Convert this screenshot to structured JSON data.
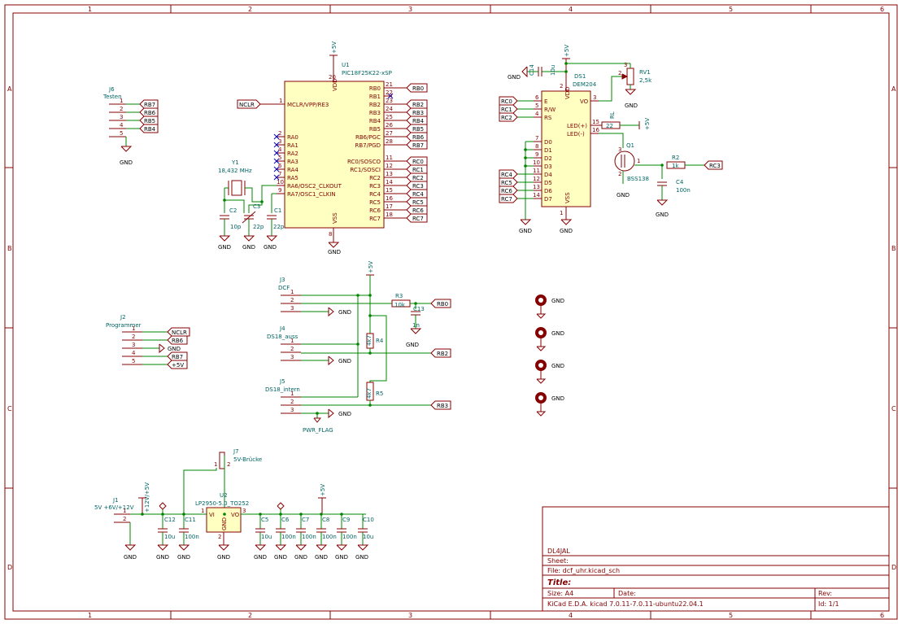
{
  "border": {
    "top_numbers": [
      "1",
      "2",
      "3",
      "4",
      "5",
      "6"
    ],
    "bottom_numbers": [
      "1",
      "2",
      "3",
      "4",
      "5",
      "6"
    ],
    "left_letters": [
      "A",
      "B",
      "C",
      "D"
    ],
    "right_letters": [
      "A",
      "B",
      "C",
      "D"
    ]
  },
  "title_block": {
    "company": "DL4JAL",
    "sheet_label": "Sheet:",
    "file_label": "File: dcf_uhr.kicad_sch",
    "title_label": "Title:",
    "size_label": "Size: A4",
    "date_label": "Date:",
    "rev_label": "Rev:",
    "tool_label": "KiCad E.D.A.  kicad 7.0.11-7.0.11-ubuntu22.04.1",
    "id_label": "Id: 1/1"
  },
  "u1": {
    "ref": "U1",
    "value": "PIC18F25K22-xSP",
    "vdd_label": "VDD",
    "vss_label": "VSS",
    "mclr_pin": "MCLR/VPP/RE3",
    "left_pins": [
      "RA0",
      "RA1",
      "RA2",
      "RA3",
      "RA4",
      "RA5",
      "RA6/OSC2_CLKOUT",
      "RA7/OSC1_CLKIN"
    ],
    "left_nums": [
      "2",
      "3",
      "4",
      "5",
      "6",
      "7",
      "10",
      "9"
    ],
    "right_pins": [
      "RB0",
      "RB1",
      "RB2",
      "RB3",
      "RB4",
      "RB5",
      "RB6/PGC",
      "RB7/PGD",
      "RC0/SOSCO",
      "RC1/SOSCI",
      "RC2",
      "RC3",
      "RC4",
      "RC5",
      "RC6",
      "RC7"
    ],
    "right_nums": [
      "21",
      "22",
      "23",
      "24",
      "25",
      "26",
      "27",
      "28",
      "11",
      "12",
      "13",
      "14",
      "15",
      "16",
      "17",
      "18"
    ],
    "right_labels": [
      "RB0",
      "",
      "RB2",
      "RB3",
      "RB4",
      "RB5",
      "RB6",
      "RB7",
      "RC0",
      "RC1",
      "RC2",
      "RC3",
      "RC4",
      "RC5",
      "RC6",
      "RC7"
    ],
    "vdd_num": "20",
    "vss_num": "8",
    "mclr_num": "1",
    "mclr_label": "NCLR",
    "supply": "+5V",
    "gnd": "GND"
  },
  "crystal": {
    "y1_ref": "Y1",
    "y1_value": "18,432 MHz",
    "c2_ref": "C2",
    "c2_value": "10p",
    "c3_ref": "C3",
    "c3_value": "22p",
    "c1_ref": "C1",
    "c1_value": "22p",
    "gnd": "GND"
  },
  "j6": {
    "ref": "J6",
    "value": "Testen",
    "pins": [
      "1",
      "2",
      "3",
      "4",
      "5"
    ],
    "labels": [
      "RB7",
      "RB6",
      "RB5",
      "RB4"
    ],
    "gnd": "GND"
  },
  "j2": {
    "ref": "J2",
    "value": "Programmer",
    "pins": [
      "1",
      "2",
      "3",
      "4",
      "5"
    ],
    "labels": [
      "NCLR",
      "RB6",
      "GND",
      "RB7",
      "+5V"
    ]
  },
  "lcd": {
    "ref": "DS1",
    "value": "DEM204",
    "vdd_label": "VDD",
    "vss_label": "VSS",
    "left_pins": [
      "E",
      "R/W",
      "RS",
      "D0",
      "D1",
      "D2",
      "D3",
      "D4",
      "D5",
      "D6",
      "D7"
    ],
    "left_nums": [
      "6",
      "5",
      "4",
      "7",
      "8",
      "9",
      "10",
      "11",
      "12",
      "13",
      "14"
    ],
    "right_pins": [
      "VO",
      "LED(+)",
      "LED(-)"
    ],
    "right_nums": [
      "3",
      "15",
      "16"
    ],
    "ctrl_labels": [
      "RC0",
      "RC1",
      "RC2"
    ],
    "data_labels": [
      "RC4",
      "RC5",
      "RC6",
      "RC7"
    ],
    "vdd_num": "2",
    "vss_num": "1",
    "c14_ref": "C14",
    "c14_value": "10u",
    "rv1_ref": "RV1",
    "rv1_value": "2,5k",
    "rv1_pins": [
      "1",
      "2",
      "3"
    ],
    "rl_ref": "RL",
    "rl_value": "22",
    "q1_ref": "Q1",
    "q1_value": "BSS138",
    "q1_pins": [
      "1",
      "2",
      "3"
    ],
    "r2_ref": "R2",
    "r2_value": "1k",
    "c4_ref": "C4",
    "c4_value": "100n",
    "q1_label": "RC3",
    "supply": "+5V",
    "gnd": "GND"
  },
  "dcf": {
    "j3_ref": "J3",
    "j3_value": "DCF",
    "j4_ref": "J4",
    "j4_value": "DS18_auss",
    "j5_ref": "J5",
    "j5_value": "DS18_intern",
    "pins": [
      "1",
      "2",
      "3"
    ],
    "r3_ref": "R3",
    "r3_value": "10k",
    "c13_ref": "C13",
    "c13_value": "1n",
    "r4_ref": "R4",
    "r4_value": "4k7",
    "r5_ref": "R5",
    "r5_value": "4k7",
    "labels": [
      "RB0",
      "RB2",
      "RB3"
    ],
    "pwr_flag": "PWR_FLAG",
    "supply": "+5V",
    "gnd": "GND"
  },
  "mount_holes": [
    "GND",
    "GND",
    "GND",
    "GND"
  ],
  "power": {
    "j1_ref": "J1",
    "j1_value": "5V +6V/+12V",
    "j1_pins": [
      "1",
      "2"
    ],
    "j7_ref": "J7",
    "j7_value": "5V-Brücke",
    "j7_pins": [
      "1",
      "2"
    ],
    "u2_ref": "U2",
    "u2_value": "LP2950-5.0_TO252",
    "u2_vi": "VI",
    "u2_vo": "VO",
    "u2_gnd": "GND",
    "u2_pins": [
      "1",
      "3",
      "2"
    ],
    "in_supply": "+12V/+5V",
    "out_supply": "+5V",
    "caps": [
      {
        "ref": "C12",
        "value": "10u"
      },
      {
        "ref": "C11",
        "value": "100n"
      },
      {
        "ref": "C5",
        "value": "10u"
      },
      {
        "ref": "C6",
        "value": "100n"
      },
      {
        "ref": "C7",
        "value": "100n"
      },
      {
        "ref": "C8",
        "value": "100n"
      },
      {
        "ref": "C9",
        "value": "100n"
      },
      {
        "ref": "C10",
        "value": "10u"
      }
    ],
    "gnd": "GND"
  }
}
